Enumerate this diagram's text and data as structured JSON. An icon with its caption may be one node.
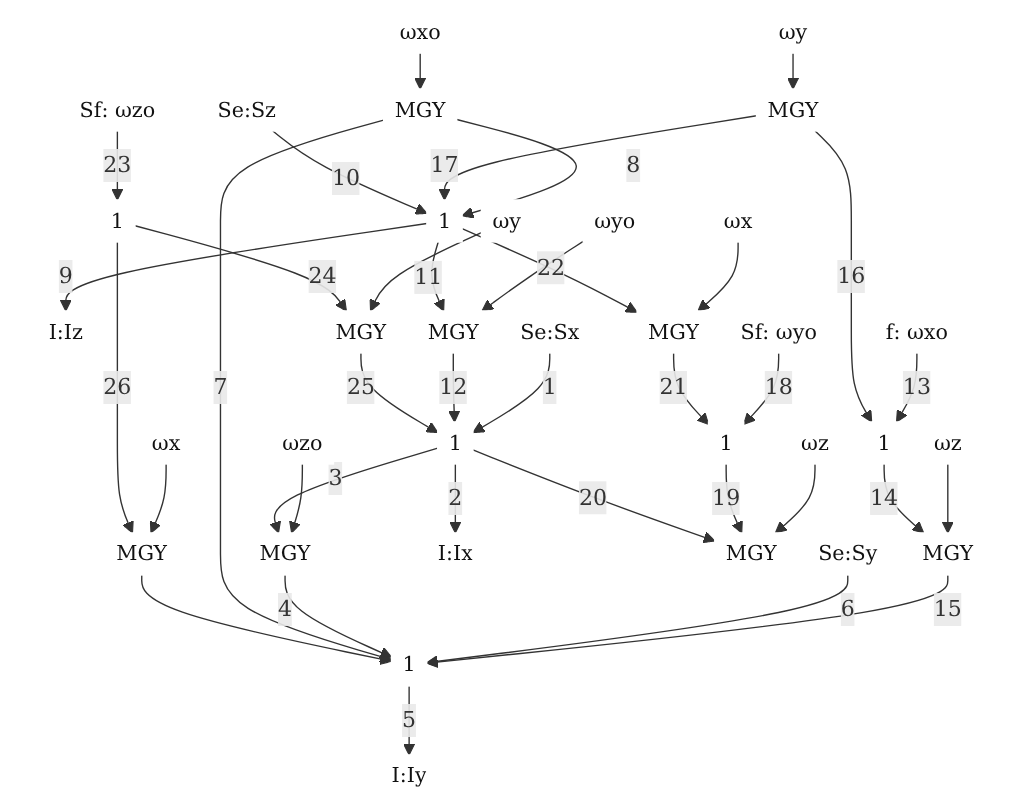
{
  "diagram": {
    "nodes": [
      {
        "text": [
          "Sf: ωzo"
        ]
      },
      {
        "text": [
          "Se:Sz"
        ]
      },
      {
        "text": [
          "1"
        ]
      },
      {
        "text": [
          "1"
        ]
      },
      {
        "text": [
          "I:Iz"
        ]
      },
      {
        "text": [
          "ωy"
        ]
      },
      {
        "text": [
          "MGY"
        ]
      },
      {
        "text": [
          "ωy"
        ]
      },
      {
        "text": [
          "MGY"
        ]
      },
      {
        "text": [
          "ωx"
        ]
      },
      {
        "text": [
          "MGY"
        ]
      },
      {
        "text": [
          "ωx"
        ]
      },
      {
        "text": [
          "MGY"
        ]
      },
      {
        "text": [
          "ωxo"
        ]
      },
      {
        "text": [
          "MGY"
        ]
      },
      {
        "text": [
          "ωyo"
        ]
      },
      {
        "text": [
          "MGY"
        ]
      },
      {
        "text": [
          "ωzo"
        ]
      },
      {
        "text": [
          "Se:Sx"
        ]
      },
      {
        "text": [
          "1"
        ]
      },
      {
        "text": [
          "MGY"
        ]
      },
      {
        "text": [
          "1"
        ]
      },
      {
        "text": [
          "Se:Sy"
        ]
      },
      {
        "text": [
          "I:Ix"
        ]
      },
      {
        "text": [
          "I:Iy"
        ]
      },
      {
        "text": [
          "ωz"
        ]
      },
      {
        "text": [
          "MGY"
        ]
      },
      {
        "text": [
          "Sf: ωyo"
        ]
      },
      {
        "text": [
          "1"
        ]
      },
      {
        "text": [
          "f: ωxo"
        ]
      },
      {
        "text": [
          "1"
        ]
      },
      {
        "text": [
          "MGY"
        ]
      },
      {
        "text": [
          "ωz"
        ]
      }
    ],
    "edges": [
      {
        "from": 0,
        "to": 2,
        "arrow": "to",
        "label": "23"
      },
      {
        "from": 2,
        "to": 6,
        "arrow": "to",
        "label": "24"
      },
      {
        "from": 2,
        "to": 12,
        "arrow": "to",
        "label": "26"
      },
      {
        "from": 1,
        "to": 3,
        "arrow": "to",
        "label": "10"
      },
      {
        "from": 3,
        "to": 4,
        "arrow": "to",
        "label": "9"
      },
      {
        "from": 8,
        "to": 3,
        "arrow": "to",
        "label": "17"
      },
      {
        "from": 3,
        "to": 16,
        "arrow": "to",
        "label": "11"
      },
      {
        "from": 14,
        "to": 3,
        "arrow": "to",
        "label": "8"
      },
      {
        "from": 3,
        "to": 10,
        "arrow": "to",
        "label": "22"
      },
      {
        "from": 6,
        "to": 19,
        "arrow": "to",
        "label": "25"
      },
      {
        "from": 8,
        "to": 30,
        "arrow": "to",
        "label": "16"
      },
      {
        "from": 10,
        "to": 28,
        "arrow": "to",
        "label": "21"
      },
      {
        "from": 12,
        "to": 21,
        "arrow": "to"
      },
      {
        "from": 14,
        "to": 21,
        "arrow": "to",
        "label": "7"
      },
      {
        "from": 16,
        "to": 19,
        "arrow": "to",
        "label": "12"
      },
      {
        "from": 18,
        "to": 19,
        "arrow": "to",
        "label": "1"
      },
      {
        "from": 19,
        "to": 23,
        "arrow": "to",
        "label": "2"
      },
      {
        "from": 19,
        "to": 20,
        "arrow": "to",
        "label": "3"
      },
      {
        "from": 20,
        "to": 21,
        "arrow": "to",
        "label": "4"
      },
      {
        "from": 21,
        "to": 24,
        "arrow": "to",
        "label": "5"
      },
      {
        "from": 22,
        "to": 21,
        "arrow": "to",
        "label": "6"
      },
      {
        "from": 19,
        "to": 26,
        "arrow": "to",
        "label": "20"
      },
      {
        "from": 27,
        "to": 28,
        "arrow": "to",
        "label": "18"
      },
      {
        "from": 28,
        "to": 26,
        "arrow": "to",
        "label": "19"
      },
      {
        "from": 29,
        "to": 30,
        "arrow": "to",
        "label": "13"
      },
      {
        "from": 30,
        "to": 31,
        "arrow": "to",
        "label": "14"
      },
      {
        "from": 31,
        "to": 21,
        "arrow": "to",
        "label": "15"
      },
      {
        "from": 5,
        "to": 6,
        "arrow": "to"
      },
      {
        "from": 7,
        "to": 8,
        "arrow": "to"
      },
      {
        "from": 9,
        "to": 10,
        "arrow": "to"
      },
      {
        "from": 11,
        "to": 12,
        "arrow": "to"
      },
      {
        "from": 13,
        "to": 14,
        "arrow": "to"
      },
      {
        "from": 15,
        "to": 16,
        "arrow": "to"
      },
      {
        "from": 17,
        "to": 20,
        "arrow": "to"
      },
      {
        "from": 25,
        "to": 26,
        "arrow": "to"
      },
      {
        "from": 32,
        "to": 31,
        "arrow": "to"
      }
    ]
  }
}
